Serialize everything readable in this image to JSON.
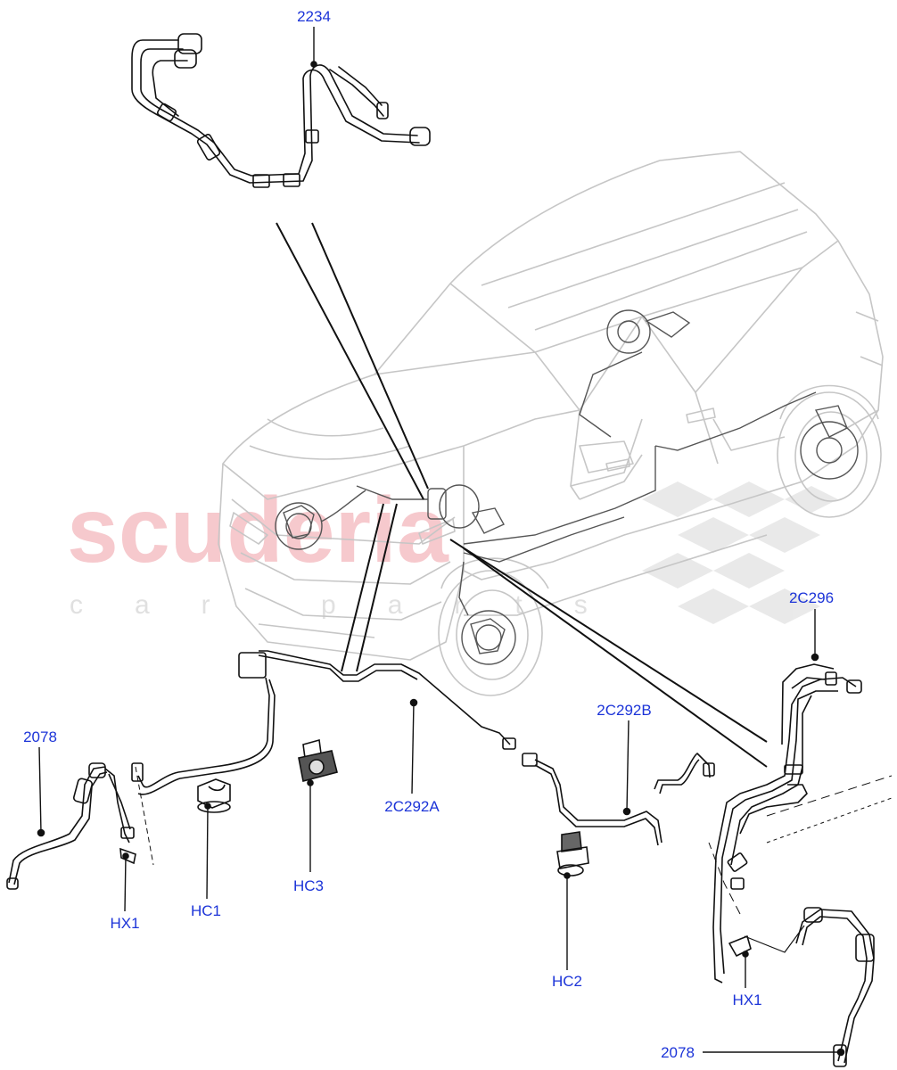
{
  "watermark": {
    "main": "scuderia",
    "sub": "car parts"
  },
  "colors": {
    "label": "#1c34d8",
    "line": "#111111",
    "car": "#c9c9c9",
    "watermark": "#f4b8bd"
  },
  "callouts": {
    "c2234": "2234",
    "c2c296": "2C296",
    "c2078_left": "2078",
    "c2c292b": "2C292B",
    "c2c292a": "2C292A",
    "hc3": "HC3",
    "hx1_left": "HX1",
    "hc1": "HC1",
    "hc2": "HC2",
    "hx1_right": "HX1",
    "c2078_right": "2078"
  }
}
